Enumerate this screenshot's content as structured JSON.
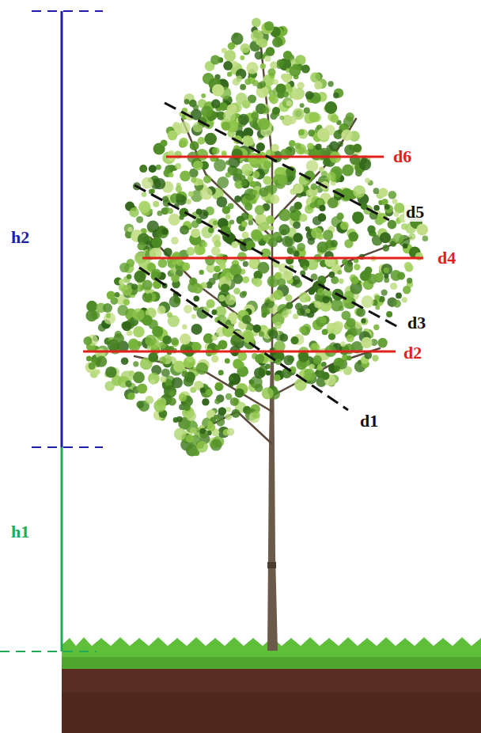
{
  "diagram": {
    "labels": [
      "h2",
      "h1",
      "d6",
      "d5",
      "d4",
      "d3",
      "d2",
      "d1"
    ]
  }
}
